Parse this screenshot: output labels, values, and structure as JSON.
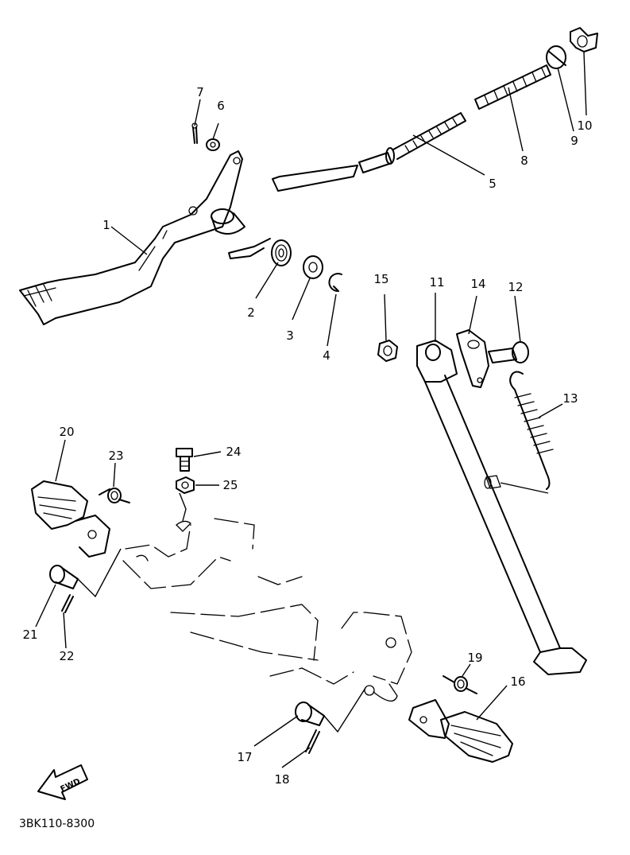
{
  "callouts": [
    {
      "id": "1",
      "label": "1"
    },
    {
      "id": "2",
      "label": "2"
    },
    {
      "id": "3",
      "label": "3"
    },
    {
      "id": "4",
      "label": "4"
    },
    {
      "id": "5",
      "label": "5"
    },
    {
      "id": "6",
      "label": "6"
    },
    {
      "id": "7",
      "label": "7"
    },
    {
      "id": "8",
      "label": "8"
    },
    {
      "id": "9",
      "label": "9"
    },
    {
      "id": "10",
      "label": "10"
    },
    {
      "id": "11",
      "label": "11"
    },
    {
      "id": "12",
      "label": "12"
    },
    {
      "id": "13",
      "label": "13"
    },
    {
      "id": "14",
      "label": "14"
    },
    {
      "id": "15",
      "label": "15"
    },
    {
      "id": "16",
      "label": "16"
    },
    {
      "id": "17",
      "label": "17"
    },
    {
      "id": "18",
      "label": "18"
    },
    {
      "id": "19",
      "label": "19"
    },
    {
      "id": "20",
      "label": "20"
    },
    {
      "id": "21",
      "label": "21"
    },
    {
      "id": "22",
      "label": "22"
    },
    {
      "id": "23",
      "label": "23"
    },
    {
      "id": "24",
      "label": "24"
    },
    {
      "id": "25",
      "label": "25"
    }
  ],
  "fwd_marker": "FWD",
  "reference_code": "3BK110-8300"
}
